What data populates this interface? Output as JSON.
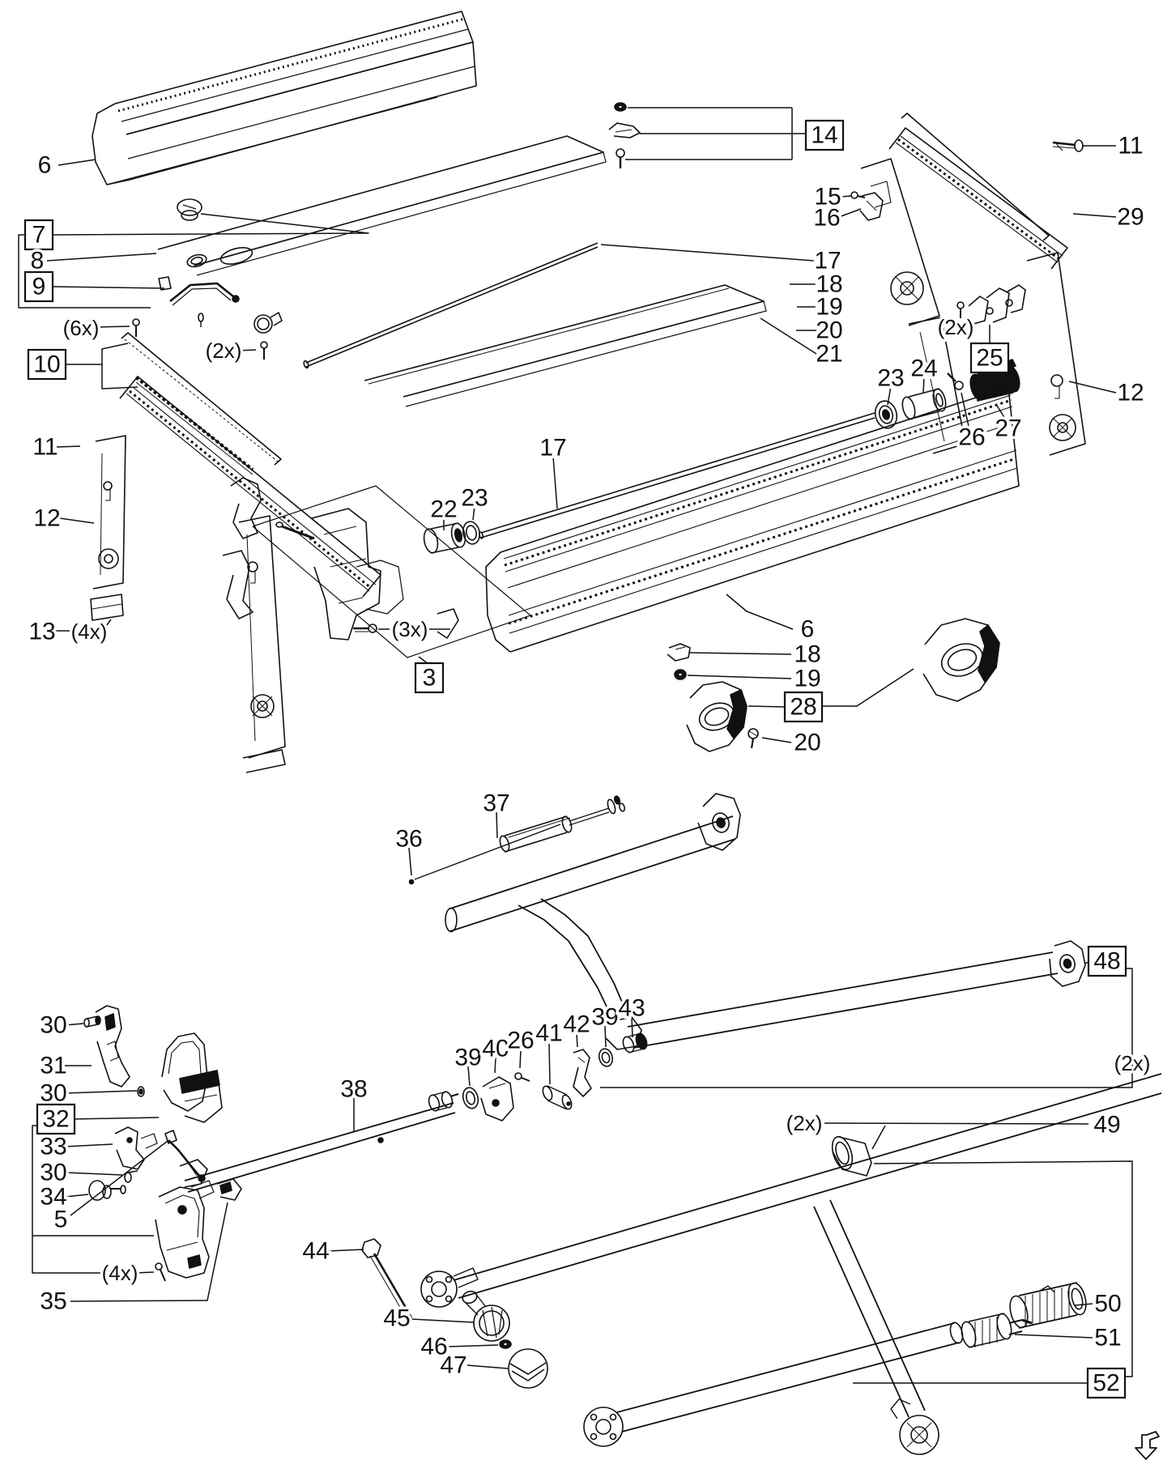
{
  "document": {
    "kind": "exploded-parts-diagram",
    "background": "#ffffff",
    "line_color": "#111111"
  },
  "callouts": [
    {
      "id": "c6a",
      "text": "6",
      "boxed": false
    },
    {
      "id": "c7",
      "text": "7",
      "boxed": true
    },
    {
      "id": "c8",
      "text": "8",
      "boxed": false
    },
    {
      "id": "c9",
      "text": "9",
      "boxed": true
    },
    {
      "id": "c6x",
      "text": "(6x)",
      "boxed": false
    },
    {
      "id": "c10",
      "text": "10",
      "boxed": true
    },
    {
      "id": "c2xa",
      "text": "(2x)",
      "boxed": false
    },
    {
      "id": "c11l",
      "text": "11",
      "boxed": false
    },
    {
      "id": "c12l",
      "text": "12",
      "boxed": false
    },
    {
      "id": "c13",
      "text": "13",
      "boxed": false
    },
    {
      "id": "c4xa",
      "text": "(4x)",
      "boxed": false
    },
    {
      "id": "c14",
      "text": "14",
      "boxed": true
    },
    {
      "id": "c11r",
      "text": "11",
      "boxed": false
    },
    {
      "id": "c15",
      "text": "15",
      "boxed": false
    },
    {
      "id": "c16",
      "text": "16",
      "boxed": false
    },
    {
      "id": "c29",
      "text": "29",
      "boxed": false
    },
    {
      "id": "c17a",
      "text": "17",
      "boxed": false
    },
    {
      "id": "c18a",
      "text": "18",
      "boxed": false
    },
    {
      "id": "c19a",
      "text": "19",
      "boxed": false
    },
    {
      "id": "c20a",
      "text": "20",
      "boxed": false
    },
    {
      "id": "c21",
      "text": "21",
      "boxed": false
    },
    {
      "id": "c23a",
      "text": "23",
      "boxed": false
    },
    {
      "id": "c24",
      "text": "24",
      "boxed": false
    },
    {
      "id": "c2xb",
      "text": "(2x)",
      "boxed": false
    },
    {
      "id": "c25",
      "text": "25",
      "boxed": true
    },
    {
      "id": "c26a",
      "text": "26",
      "boxed": false
    },
    {
      "id": "c27",
      "text": "27",
      "boxed": false
    },
    {
      "id": "c12r",
      "text": "12",
      "boxed": false
    },
    {
      "id": "c22",
      "text": "22",
      "boxed": false
    },
    {
      "id": "c23b",
      "text": "23",
      "boxed": false
    },
    {
      "id": "c17b",
      "text": "17",
      "boxed": false
    },
    {
      "id": "c3x",
      "text": "(3x)",
      "boxed": false
    },
    {
      "id": "c3",
      "text": "3",
      "boxed": true
    },
    {
      "id": "c6b",
      "text": "6",
      "boxed": false
    },
    {
      "id": "c18b",
      "text": "18",
      "boxed": false
    },
    {
      "id": "c19b",
      "text": "19",
      "boxed": false
    },
    {
      "id": "c28",
      "text": "28",
      "boxed": true
    },
    {
      "id": "c20b",
      "text": "20",
      "boxed": false
    },
    {
      "id": "c36",
      "text": "36",
      "boxed": false
    },
    {
      "id": "c37",
      "text": "37",
      "boxed": false
    },
    {
      "id": "c48",
      "text": "48",
      "boxed": true
    },
    {
      "id": "c2xc",
      "text": "(2x)",
      "boxed": false
    },
    {
      "id": "c30a",
      "text": "30",
      "boxed": false
    },
    {
      "id": "c31",
      "text": "31",
      "boxed": false
    },
    {
      "id": "c30b",
      "text": "30",
      "boxed": false
    },
    {
      "id": "c32",
      "text": "32",
      "boxed": true
    },
    {
      "id": "c33",
      "text": "33",
      "boxed": false
    },
    {
      "id": "c30c",
      "text": "30",
      "boxed": false
    },
    {
      "id": "c34",
      "text": "34",
      "boxed": false
    },
    {
      "id": "c5",
      "text": "5",
      "boxed": false
    },
    {
      "id": "c4xb",
      "text": "(4x)",
      "boxed": false
    },
    {
      "id": "c35",
      "text": "35",
      "boxed": false
    },
    {
      "id": "c38",
      "text": "38",
      "boxed": false
    },
    {
      "id": "c39a",
      "text": "39",
      "boxed": false
    },
    {
      "id": "c40",
      "text": "40",
      "boxed": false
    },
    {
      "id": "c26b",
      "text": "26",
      "boxed": false
    },
    {
      "id": "c41",
      "text": "41",
      "boxed": false
    },
    {
      "id": "c42",
      "text": "42",
      "boxed": false
    },
    {
      "id": "c39b",
      "text": "39",
      "boxed": false
    },
    {
      "id": "c43",
      "text": "43",
      "boxed": false
    },
    {
      "id": "c44",
      "text": "44",
      "boxed": false
    },
    {
      "id": "c2xd",
      "text": "(2x)",
      "boxed": false
    },
    {
      "id": "c49",
      "text": "49",
      "boxed": false
    },
    {
      "id": "c45",
      "text": "45",
      "boxed": false
    },
    {
      "id": "c46",
      "text": "46",
      "boxed": false
    },
    {
      "id": "c47",
      "text": "47",
      "boxed": false
    },
    {
      "id": "c50",
      "text": "50",
      "boxed": false
    },
    {
      "id": "c51",
      "text": "51",
      "boxed": false
    },
    {
      "id": "c52",
      "text": "52",
      "boxed": true
    }
  ],
  "icons": [
    {
      "id": "page-turn",
      "name": "page-turn-hand-icon"
    }
  ]
}
